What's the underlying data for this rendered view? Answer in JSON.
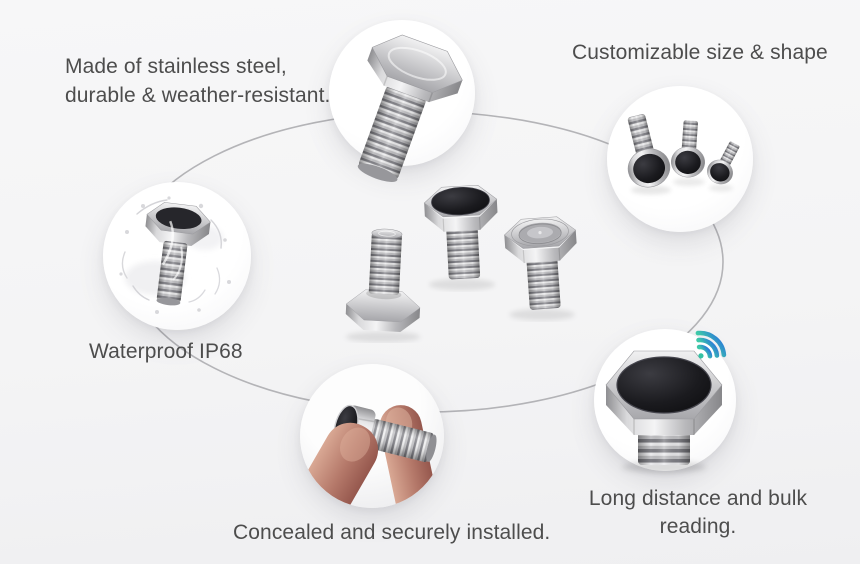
{
  "callouts": [
    {
      "id": "material",
      "lines": [
        "Made of stainless steel,",
        "durable & weather-resistant."
      ]
    },
    {
      "id": "size",
      "lines": [
        "Customizable size & shape"
      ]
    },
    {
      "id": "waterproof",
      "lines": [
        "Waterproof IP68"
      ]
    },
    {
      "id": "concealed",
      "lines": [
        "Concealed and securely installed."
      ]
    },
    {
      "id": "reading",
      "lines": [
        "Long distance and bulk",
        "reading."
      ]
    }
  ],
  "icons": [
    {
      "name": "wifi-signal-icon",
      "colors": [
        "#3fc9a8",
        "#2b7fd6"
      ]
    }
  ],
  "colors": {
    "background": "#f4f4f5",
    "text": "#4d4d4d",
    "connector_line": "#a8a8ac",
    "circle_fill": "#ffffff",
    "rfid_cap_black": "#17171a",
    "steel_light": "#f2f2f3",
    "steel_dark": "#8a8a8e"
  }
}
